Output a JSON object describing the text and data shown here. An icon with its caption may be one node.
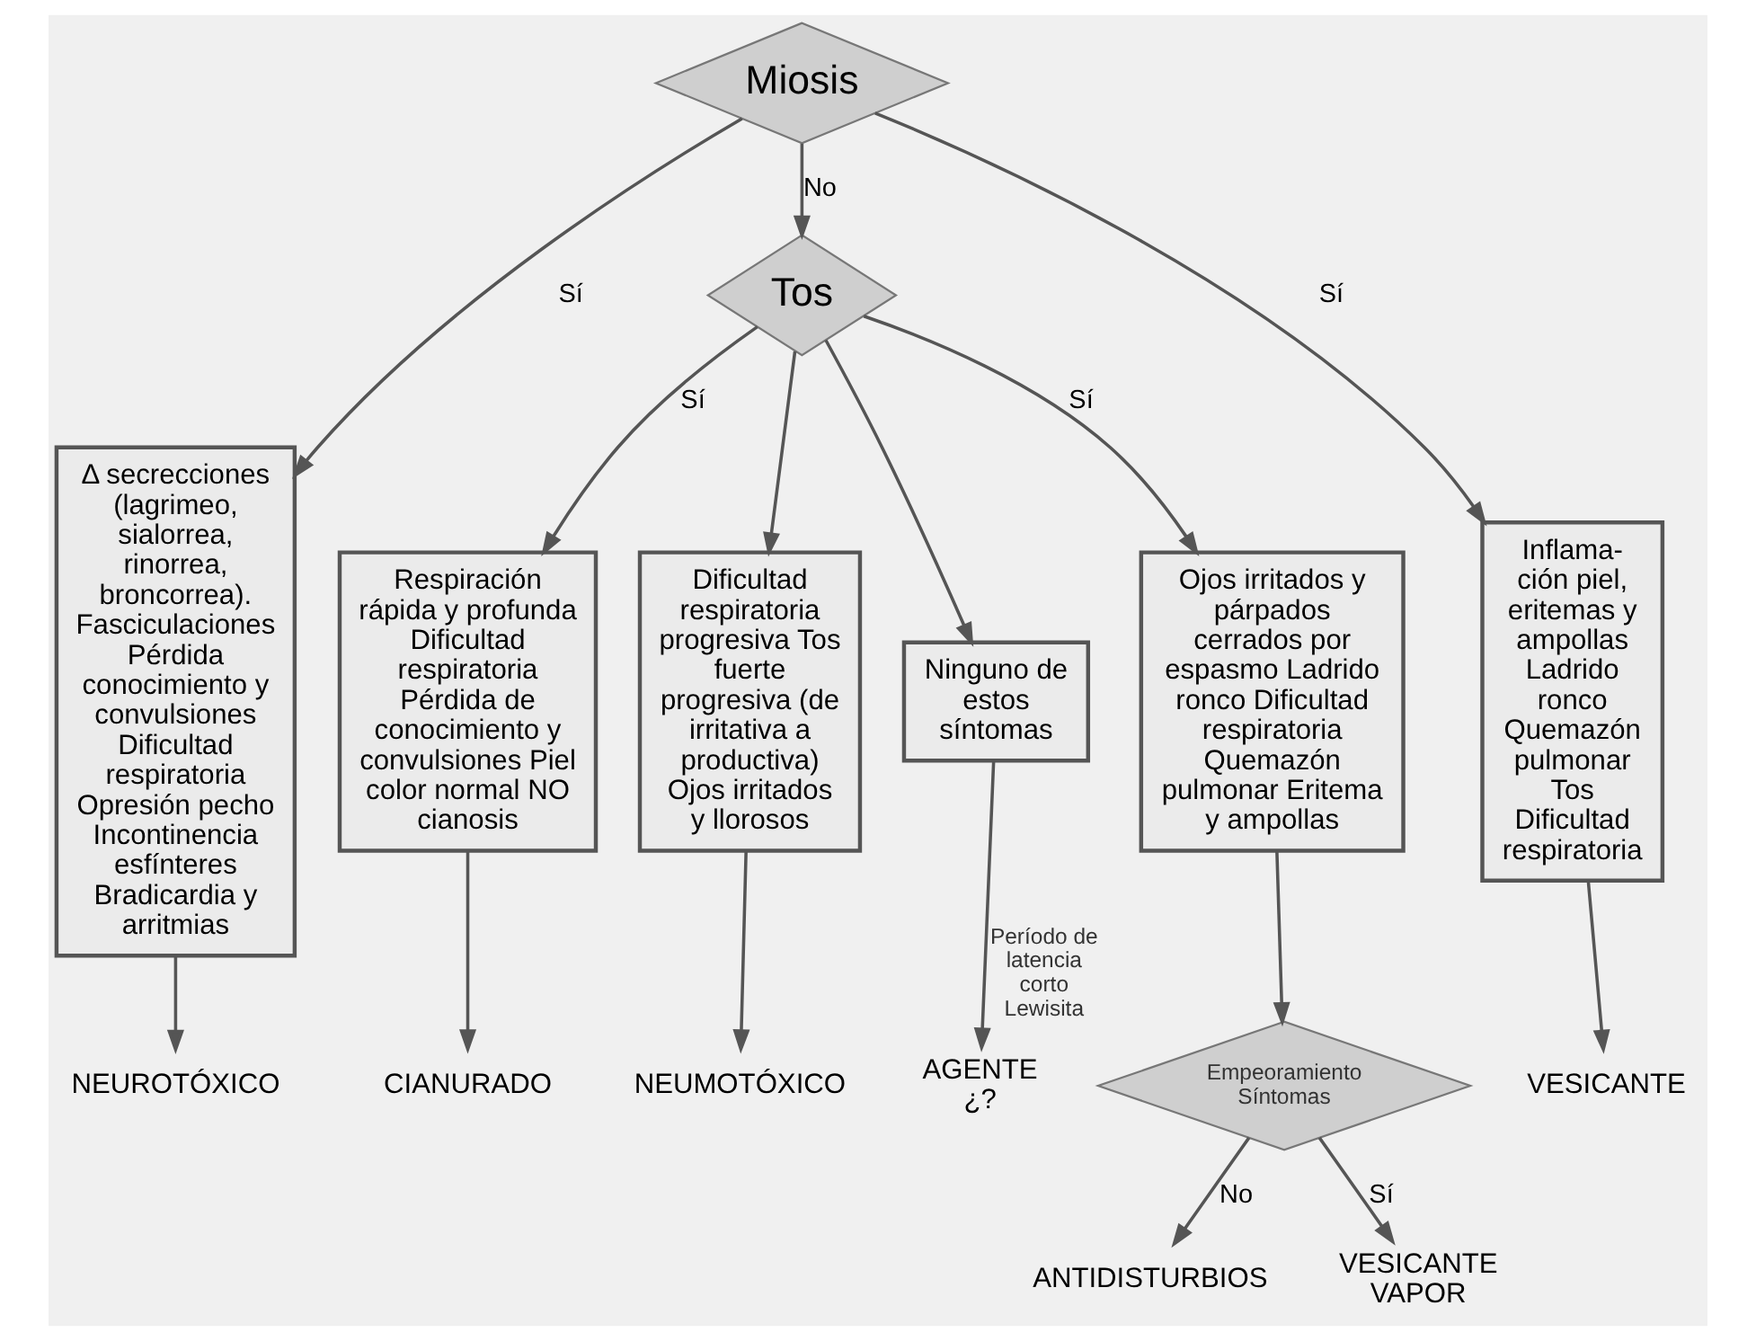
{
  "diagram": {
    "nodes": [
      {
        "text": [
          "Miosis"
        ]
      },
      {
        "text": [
          "Tos"
        ]
      },
      {
        "text": [
          "Δ secrecciones (lagrimeo, sialorrea, rinorrea, broncorrea). Fasciculaciones Pérdida conocimiento y convulsiones Dificultad respiratoria Opresión pecho Incontinencia esfínteres Bradicardia y arritmias"
        ]
      },
      {
        "text": [
          "Respiración rápida y profunda Dificultad respiratoria Pérdida de conocimiento y convulsiones Piel color normal NO cianosis"
        ]
      },
      {
        "text": [
          "Dificultad respiratoria progresiva Tos fuerte progresiva (de irritativa a productiva) Ojos irritados y llorosos"
        ]
      },
      {
        "text": [
          "Ninguno de estos síntomas"
        ]
      },
      {
        "text": [
          "Ojos irritados y párpados cerrados por espasmo Ladrido ronco Dificultad respiratoria Quemazón pulmonar Eritema y ampollas"
        ]
      },
      {
        "text": [
          "Inflama- ción piel, eritemas y ampollas Ladrido ronco Quemazón pulmonar Tos Dificultad respiratoria"
        ]
      },
      {
        "text": [
          "NEUROTÓXICO"
        ]
      },
      {
        "text": [
          "CIANURADO"
        ]
      },
      {
        "text": [
          "NEUMOTÓXICO"
        ]
      },
      {
        "text": [
          "AGENTE ¿?"
        ]
      },
      {
        "text": [
          "Empeoramiento Síntomas"
        ],
        "beside": [
          "Período de latencia corto Lewisita"
        ]
      },
      {
        "text": [
          "ANTIDISTURBIOS"
        ]
      },
      {
        "text": [
          "VESICANTE VAPOR"
        ]
      },
      {
        "text": [
          "VESICANTE"
        ]
      }
    ],
    "edges": [
      {
        "from": 0,
        "to": 2,
        "arrow": "to",
        "label": "Sí"
      },
      {
        "from": 0,
        "to": 1,
        "arrow": "to",
        "label": "No"
      },
      {
        "from": 0,
        "to": 7,
        "arrow": "to",
        "label": "Sí"
      },
      {
        "from": 1,
        "to": 3,
        "arrow": "to",
        "label": "Sí"
      },
      {
        "from": 1,
        "to": 4,
        "arrow": "to"
      },
      {
        "from": 1,
        "to": 5,
        "arrow": "to"
      },
      {
        "from": 1,
        "to": 6,
        "arrow": "to",
        "label": "Sí"
      },
      {
        "from": 2,
        "to": 8,
        "arrow": "to"
      },
      {
        "from": 3,
        "to": 9,
        "arrow": "to"
      },
      {
        "from": 4,
        "to": 10,
        "arrow": "to"
      },
      {
        "from": 5,
        "to": 11,
        "arrow": "to"
      },
      {
        "from": 6,
        "to": 12,
        "arrow": "to"
      },
      {
        "from": 7,
        "to": 15,
        "arrow": "to"
      },
      {
        "from": 12,
        "to": 13,
        "arrow": "to",
        "label": "No"
      },
      {
        "from": 12,
        "to": 14,
        "arrow": "to",
        "label": "Sí"
      }
    ]
  }
}
